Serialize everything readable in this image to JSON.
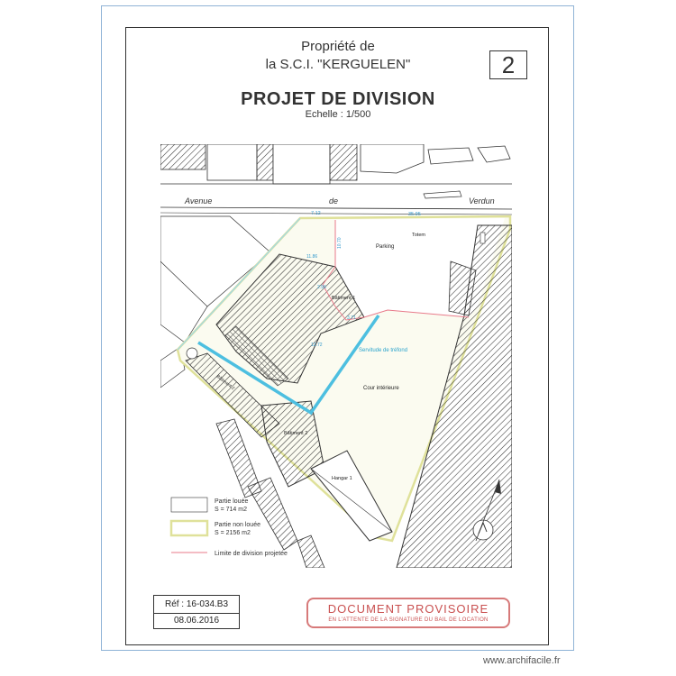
{
  "header": {
    "line1": "Propriété de",
    "line2": "la S.C.I. \"KERGUELEN\"",
    "sheet_number": "2",
    "project_title": "PROJET DE DIVISION",
    "scale": "Echelle : 1/500"
  },
  "map": {
    "street_words": [
      "Avenue",
      "de",
      "Verdun"
    ],
    "labels": {
      "parking": "Parking",
      "totem": "Totem",
      "batiment1": "Bâtiment 1",
      "batiment2": "Bâtiment 2",
      "batiment2_side": "Bâtiment 2",
      "servitude": "Servitude de tréfond",
      "cour": "Cour intérieure",
      "hangar": "Hangar 1"
    },
    "dimensions": [
      "7.12",
      "35.95",
      "10.70",
      "11.86",
      "2.96",
      "3.71",
      "12.72"
    ],
    "colors": {
      "partie_louee": "#ffffff",
      "partie_non_louee": "#e0e2a0",
      "limite": "#e87a8a",
      "servitude": "#4dbfe0"
    }
  },
  "legend": {
    "items": [
      {
        "label": "Partie louée",
        "area": "S = 714 m2"
      },
      {
        "label": "Partie non louée",
        "area": "S = 2156 m2"
      },
      {
        "label": "Limite de division projetée"
      }
    ]
  },
  "footer": {
    "ref": "Réf : 16-034.B3",
    "date": "08.06.2016",
    "stamp_main": "DOCUMENT PROVISOIRE",
    "stamp_sub": "EN L'ATTENTE DE LA SIGNATURE DU BAIL DE LOCATION"
  },
  "watermark": "www.archifacile.fr"
}
